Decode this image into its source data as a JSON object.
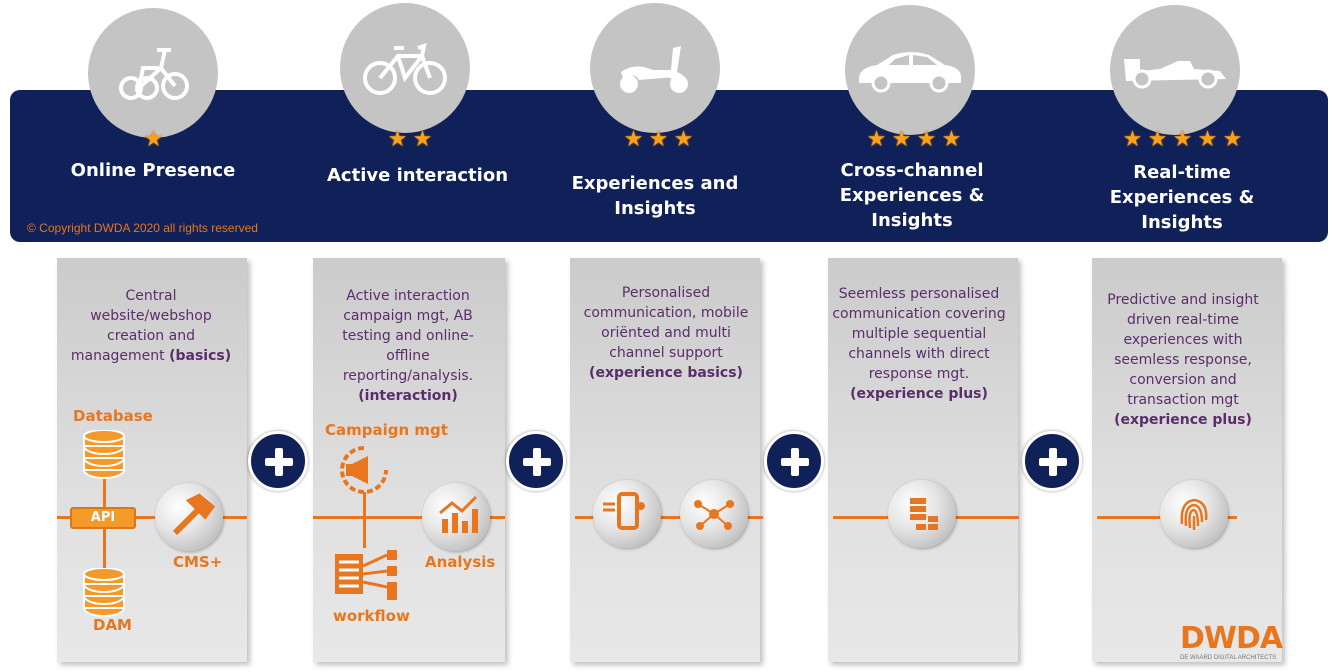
{
  "copyright": "© Copyright DWDA 2020 all rights reserved",
  "stages": [
    {
      "title_lines": [
        "Online Presence"
      ],
      "stars": 1,
      "icon": "tricycle-icon"
    },
    {
      "title_lines": [
        "Active interaction"
      ],
      "stars": 2,
      "icon": "bicycle-icon"
    },
    {
      "title_lines": [
        "Experiences and",
        "Insights"
      ],
      "stars": 3,
      "icon": "scooter-icon"
    },
    {
      "title_lines": [
        "Cross-channel",
        "Experiences &",
        "Insights"
      ],
      "stars": 4,
      "icon": "car-icon"
    },
    {
      "title_lines": [
        "Real-time",
        "Experiences &",
        "Insights"
      ],
      "stars": 5,
      "icon": "race-car-icon"
    }
  ],
  "cards": [
    {
      "text": "Central website/webshop creation and management",
      "bold": "(basics)"
    },
    {
      "text": "Active interaction campaign mgt, AB testing  and online-offline reporting/analysis.",
      "bold": "(interaction)"
    },
    {
      "text": "Personalised communication, mobile oriënted and multi channel support",
      "bold": "(experience basics)"
    },
    {
      "text": "Seemless personalised communication covering multiple sequential channels with direct response mgt.",
      "bold": "(experience plus)"
    },
    {
      "text": "Predictive and insight driven real-time experiences with seemless response, conversion and transaction  mgt",
      "bold": "(experience plus)"
    }
  ],
  "labels": {
    "database": "Database",
    "api": "API",
    "cms": "CMS+",
    "dam": "DAM",
    "campaign": "Campaign mgt",
    "analysis": "Analysis",
    "workflow": "workflow"
  },
  "logo": {
    "text": "DWDA",
    "subtitle": "DE WAARD DIGITAL ARCHITECTS"
  },
  "colors": {
    "banner": "#0f2158",
    "accent": "#e8761e",
    "text": "#5b2d6b",
    "star": "#f7a21b"
  }
}
